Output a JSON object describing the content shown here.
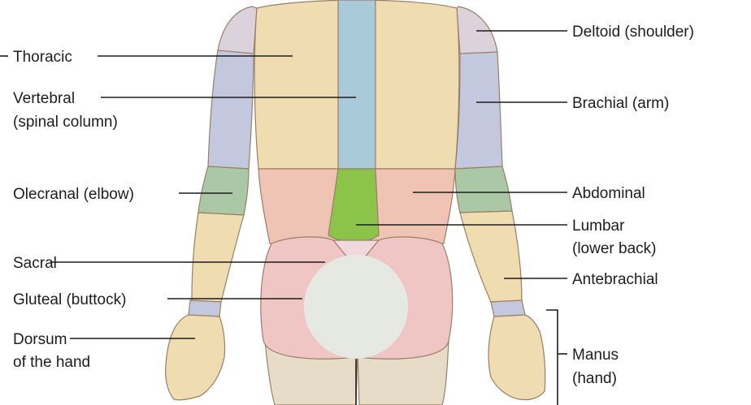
{
  "labels": {
    "thoracic": "Thoracic",
    "vertebral_line1": "Vertebral",
    "vertebral_line2": "(spinal column)",
    "olecranal": "Olecranal (elbow)",
    "sacral": "Sacral",
    "gluteal": "Gluteal (buttock)",
    "dorsum_line1": "Dorsum",
    "dorsum_line2": "of the hand",
    "deltoid": "Deltoid (shoulder)",
    "brachial": "Brachial (arm)",
    "abdominal": "Abdominal",
    "lumbar_line1": "Lumbar",
    "lumbar_line2": "(lower back)",
    "antebrachial": "Antebrachial",
    "manus_line1": "Manus",
    "manus_line2": "(hand)"
  },
  "colors": {
    "skin": "#efdcb0",
    "deltoid_region": "#dcd2dc",
    "brachial_region": "#c4c8de",
    "olecranal_region": "#aac8a6",
    "vertebral_region": "#a9cad8",
    "lumbar_region": "#8cc44a",
    "abdominal_region": "#efc4b4",
    "gluteal_region": "#f0c6c4",
    "sacral_region": "#f0d8dc",
    "wrist_band": "#c4c8de",
    "leg": "#e6dcc8",
    "mask_circle": "#e6e9e2"
  }
}
